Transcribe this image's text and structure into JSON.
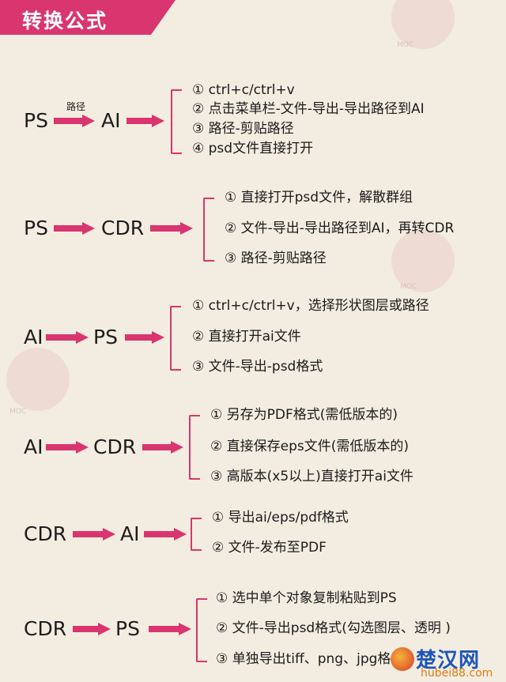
{
  "header": {
    "title": "转换公式"
  },
  "watermark": {
    "text": "MOC"
  },
  "conversions": [
    {
      "from": "PS",
      "to": "AI",
      "arrow_label": "路径",
      "items": [
        "① ctrl+c/ctrl+v",
        "② 点击菜单栏-文件-导出-导出路径到AI",
        "③ 路径-剪贴路径",
        "④ psd文件直接打开"
      ]
    },
    {
      "from": "PS",
      "to": "CDR",
      "items": [
        "① 直接打开psd文件，解散群组",
        "② 文件-导出-导出路径到AI，再转CDR",
        "③ 路径-剪贴路径"
      ]
    },
    {
      "from": "AI",
      "to": "PS",
      "items": [
        "① ctrl+c/ctrl+v，选择形状图层或路径",
        "② 直接打开ai文件",
        "③ 文件-导出-psd格式"
      ]
    },
    {
      "from": "AI",
      "to": "CDR",
      "items": [
        "① 另存为PDF格式(需低版本的)",
        "② 直接保存eps文件(需低版本的)",
        "③ 高版本(x5以上)直接打开ai文件"
      ]
    },
    {
      "from": "CDR",
      "to": "AI",
      "items": [
        "① 导出ai/eps/pdf格式",
        "② 文件-发布至PDF"
      ]
    },
    {
      "from": "CDR",
      "to": "PS",
      "items": [
        "① 选中单个对象复制粘贴到PS",
        "② 文件-导出psd格式(勾选图层、透明 )",
        "③ 单独导出tiff、png、jpg格式"
      ]
    }
  ],
  "footer": {
    "site": "楚汉网",
    "domain": "hubei88.com"
  },
  "colors": {
    "accent": "#d9356f",
    "background": "#f3ede1",
    "text": "#1d1d1d"
  },
  "icons": {
    "arrow": "right-arrow-icon",
    "bracket": "bracket-icon"
  }
}
